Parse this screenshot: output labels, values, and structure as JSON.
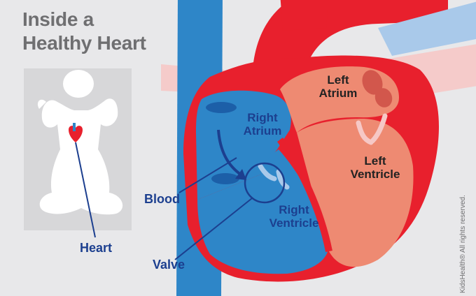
{
  "title": {
    "line1": "Inside a",
    "line2": "Healthy Heart"
  },
  "chambers": {
    "right_atrium": [
      "Right",
      "Atrium"
    ],
    "left_atrium": [
      "Left",
      "Atrium"
    ],
    "left_ventricle": [
      "Left",
      "Ventricle"
    ],
    "right_ventricle": [
      "Right",
      "Ventricle"
    ]
  },
  "callouts": {
    "blood": "Blood",
    "valve": "Valve",
    "heart": "Heart"
  },
  "credit": "KidsHealth® All rights reserved.",
  "colors": {
    "background": "#e8e8ea",
    "oxygenated_red": "#e8202d",
    "deoxygenated_blue": "#2e86c8",
    "left_chamber_salmon": "#ee8a72",
    "label_navy": "#1c3f8f",
    "title_gray": "#6f6f71"
  },
  "icons": [
    "baby-silhouette-icon",
    "heart-icon",
    "flow-arrow-icon",
    "valve-circle-icon"
  ]
}
